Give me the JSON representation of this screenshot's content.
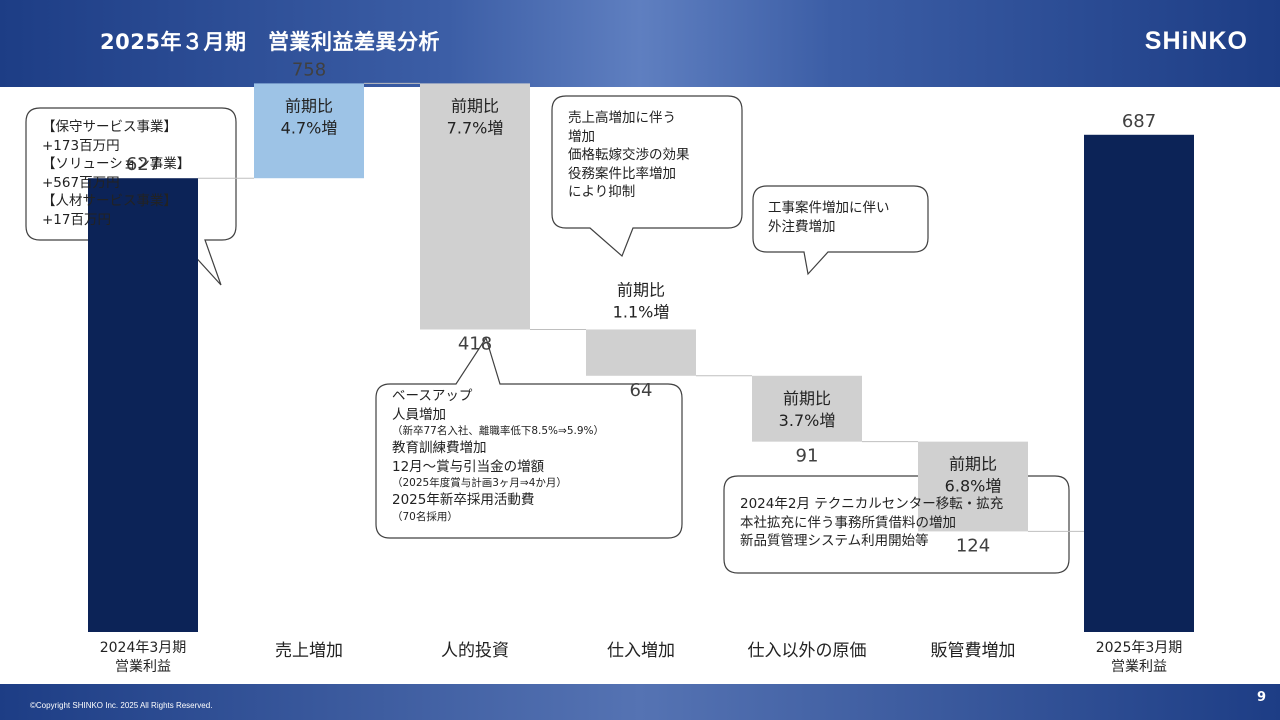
{
  "header": {
    "title": "2025年３月期　営業利益差異分析",
    "logo": "SHiNKO"
  },
  "footer": {
    "copyright": "©Copyright SHINKO Inc. 2025 All Rights Reserved.",
    "page": "9"
  },
  "colors": {
    "navy": "#0c2357",
    "light_blue": "#9dc3e6",
    "gray": "#d0d0d0"
  },
  "chart_data": {
    "type": "bar",
    "title": "",
    "categories": [
      "2024年3月期\n営業利益",
      "売上増加",
      "人的投資",
      "仕入増加",
      "仕入以外の原価",
      "販管費増加",
      "2025年3月期\n営業利益"
    ],
    "kinds": [
      "total",
      "increase",
      "decrease",
      "decrease",
      "decrease",
      "decrease",
      "total"
    ],
    "values": [
      627,
      131,
      -340,
      -64,
      -91,
      -124,
      687
    ],
    "value_labels": [
      "627",
      "758",
      "418",
      "64",
      "91",
      "124",
      "687"
    ],
    "change_labels": [
      "",
      "前期比\n4.7%増",
      "前期比\n7.7%増",
      "前期比\n1.1%増",
      "前期比\n3.7%増",
      "前期比\n6.8%増",
      ""
    ],
    "ylim": [
      0,
      800
    ],
    "grid": false,
    "legend": "none"
  },
  "callouts": {
    "segments": [
      "【保守サービス事業】",
      "+173百万円",
      "【ソリューション事業】",
      "+567百万円",
      "【人材サービス事業】",
      "+17百万円"
    ],
    "purchase": [
      "売上高増加に伴う",
      "増加",
      "価格転嫁交渉の効果",
      "役務案件比率増加",
      "により抑制"
    ],
    "outsourcing": [
      "工事案件増加に伴い",
      "外注費増加"
    ],
    "personnel": {
      "line1": "ベースアップ",
      "line2": "人員増加",
      "line3": "（新卒77名入社、離職率低下8.5%⇒5.9%）",
      "line4": "教育訓練費増加",
      "line5": "12月～賞与引当金の増額",
      "line6": "（2025年度賞与計画3ヶ月⇒4か月）",
      "line7": "2025年新卒採用活動費",
      "line8": "（70名採用）"
    },
    "sga": [
      "2024年2月 テクニカルセンター移転・拡充",
      "本社拡充に伴う事務所賃借料の増加",
      "新品質管理システム利用開始等"
    ]
  }
}
